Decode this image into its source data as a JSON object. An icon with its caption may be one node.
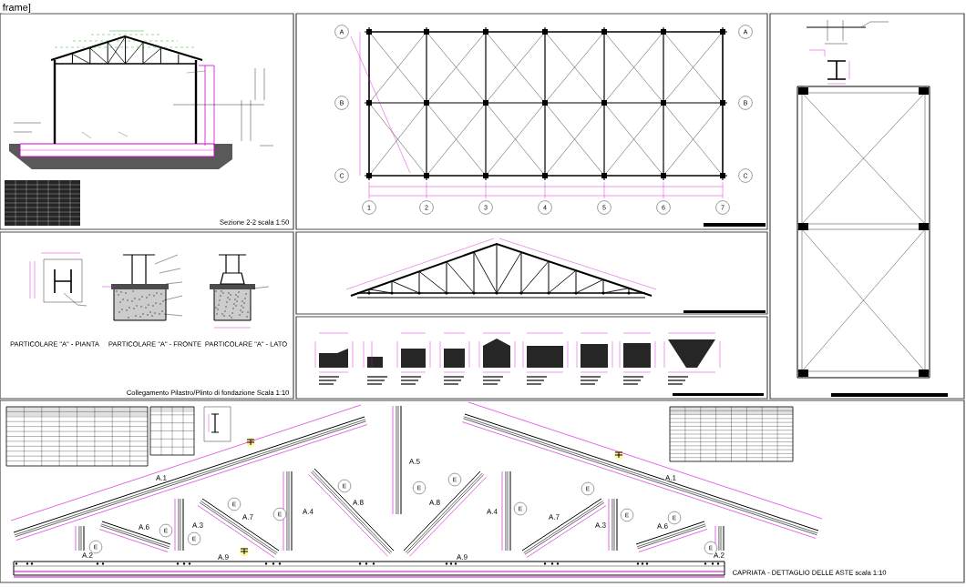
{
  "diagram": {
    "labels": [
      "frame]",
      "A",
      "A",
      "B",
      "B",
      "C",
      "C",
      "1",
      "2",
      "3",
      "4",
      "5",
      "6",
      "7",
      "Sezione 2-2 scala 1:50",
      "PARTICOLARE \"A\" - PIANTA",
      "PARTICOLARE \"A\" - FRONTE",
      "PARTICOLARE \"A\" - LATO",
      "Collegamento Pilastro/Plinto di fondazione Scala 1:10",
      "A.5",
      "A.1",
      "E",
      "A.1",
      "E",
      "E",
      "E",
      "E",
      "A.8",
      "A.8",
      "A.7",
      "E",
      "A.4",
      "A.4",
      "E",
      "A.7",
      "E",
      "E",
      "A.6",
      "A.3",
      "A.3",
      "A.6",
      "E",
      "E",
      "E",
      "E",
      "A.2",
      "A.9",
      "A.9",
      "A.2",
      "CAPRIATA - DETTAGLIO DELLE ASTE scala 1:10"
    ]
  }
}
